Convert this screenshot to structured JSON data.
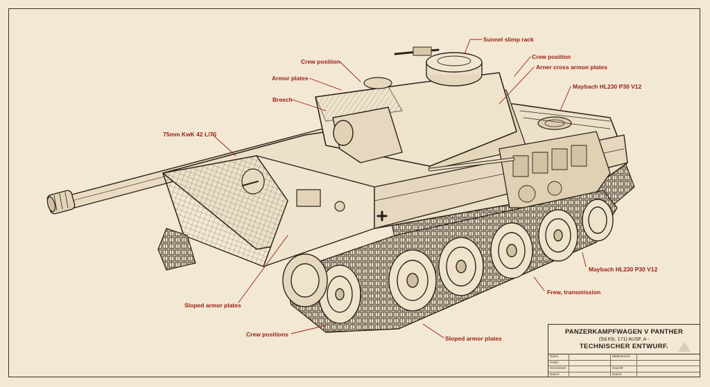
{
  "callouts": [
    {
      "id": "sunnel",
      "text": "Sunnel slimp rack"
    },
    {
      "id": "crew1",
      "text": "Crew position"
    },
    {
      "id": "crew2",
      "text": "Crew position"
    },
    {
      "id": "arner",
      "text": "Arner cross armon plates"
    },
    {
      "id": "armor",
      "text": "Armor plates"
    },
    {
      "id": "maybach1",
      "text": "Maybach HL230 P30 V12"
    },
    {
      "id": "breech",
      "text": "Breech"
    },
    {
      "id": "gun",
      "text": "75mm KwK 42 L/70"
    },
    {
      "id": "maybach2",
      "text": "Maybach HL230 P30 V12"
    },
    {
      "id": "frew",
      "text": "Frew, transmission"
    },
    {
      "id": "sloped1",
      "text": "Sloped armor plates"
    },
    {
      "id": "crewpos",
      "text": "Crew positions"
    },
    {
      "id": "sloped2",
      "text": "Sloped armor plates"
    }
  ],
  "title_block": {
    "line1": "PANZERKAMPFWAGEN V PANTHER",
    "line2": "(Sd.Kfz. 171) AUSF. A -",
    "line3": "TECHNISCHER ENTWURF.",
    "fields": [
      {
        "label": "Name:",
        "label2": "Blattnummer:"
      },
      {
        "label": "Prüfer:",
        "label2": ""
      },
      {
        "label": "Gezeichnet:",
        "label2": "Geprüft:"
      },
      {
        "label": "Datum:",
        "label2": "Datum:"
      }
    ]
  },
  "colors": {
    "paper": "#f3e8d3",
    "ink": "#2b241c",
    "callout": "#9a1d12"
  }
}
